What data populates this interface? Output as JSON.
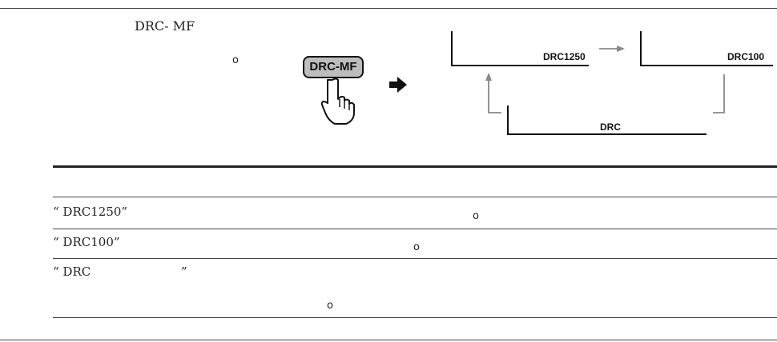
{
  "header": {
    "title": "DRC- MF",
    "note_mark": "o"
  },
  "diagram": {
    "button_label": "DRC-MF",
    "modes": {
      "first": "DRC1250",
      "second": "DRC100",
      "third": "DRC"
    },
    "colors": {
      "arrow_gray": "#888888",
      "line": "#111111"
    }
  },
  "table": {
    "rows": [
      {
        "label": "“  DRC1250”",
        "mark": "o"
      },
      {
        "label": "“  DRC100”",
        "mark": "o"
      },
      {
        "label": "“  DRC",
        "label_end": "”",
        "mark": "o"
      }
    ]
  }
}
